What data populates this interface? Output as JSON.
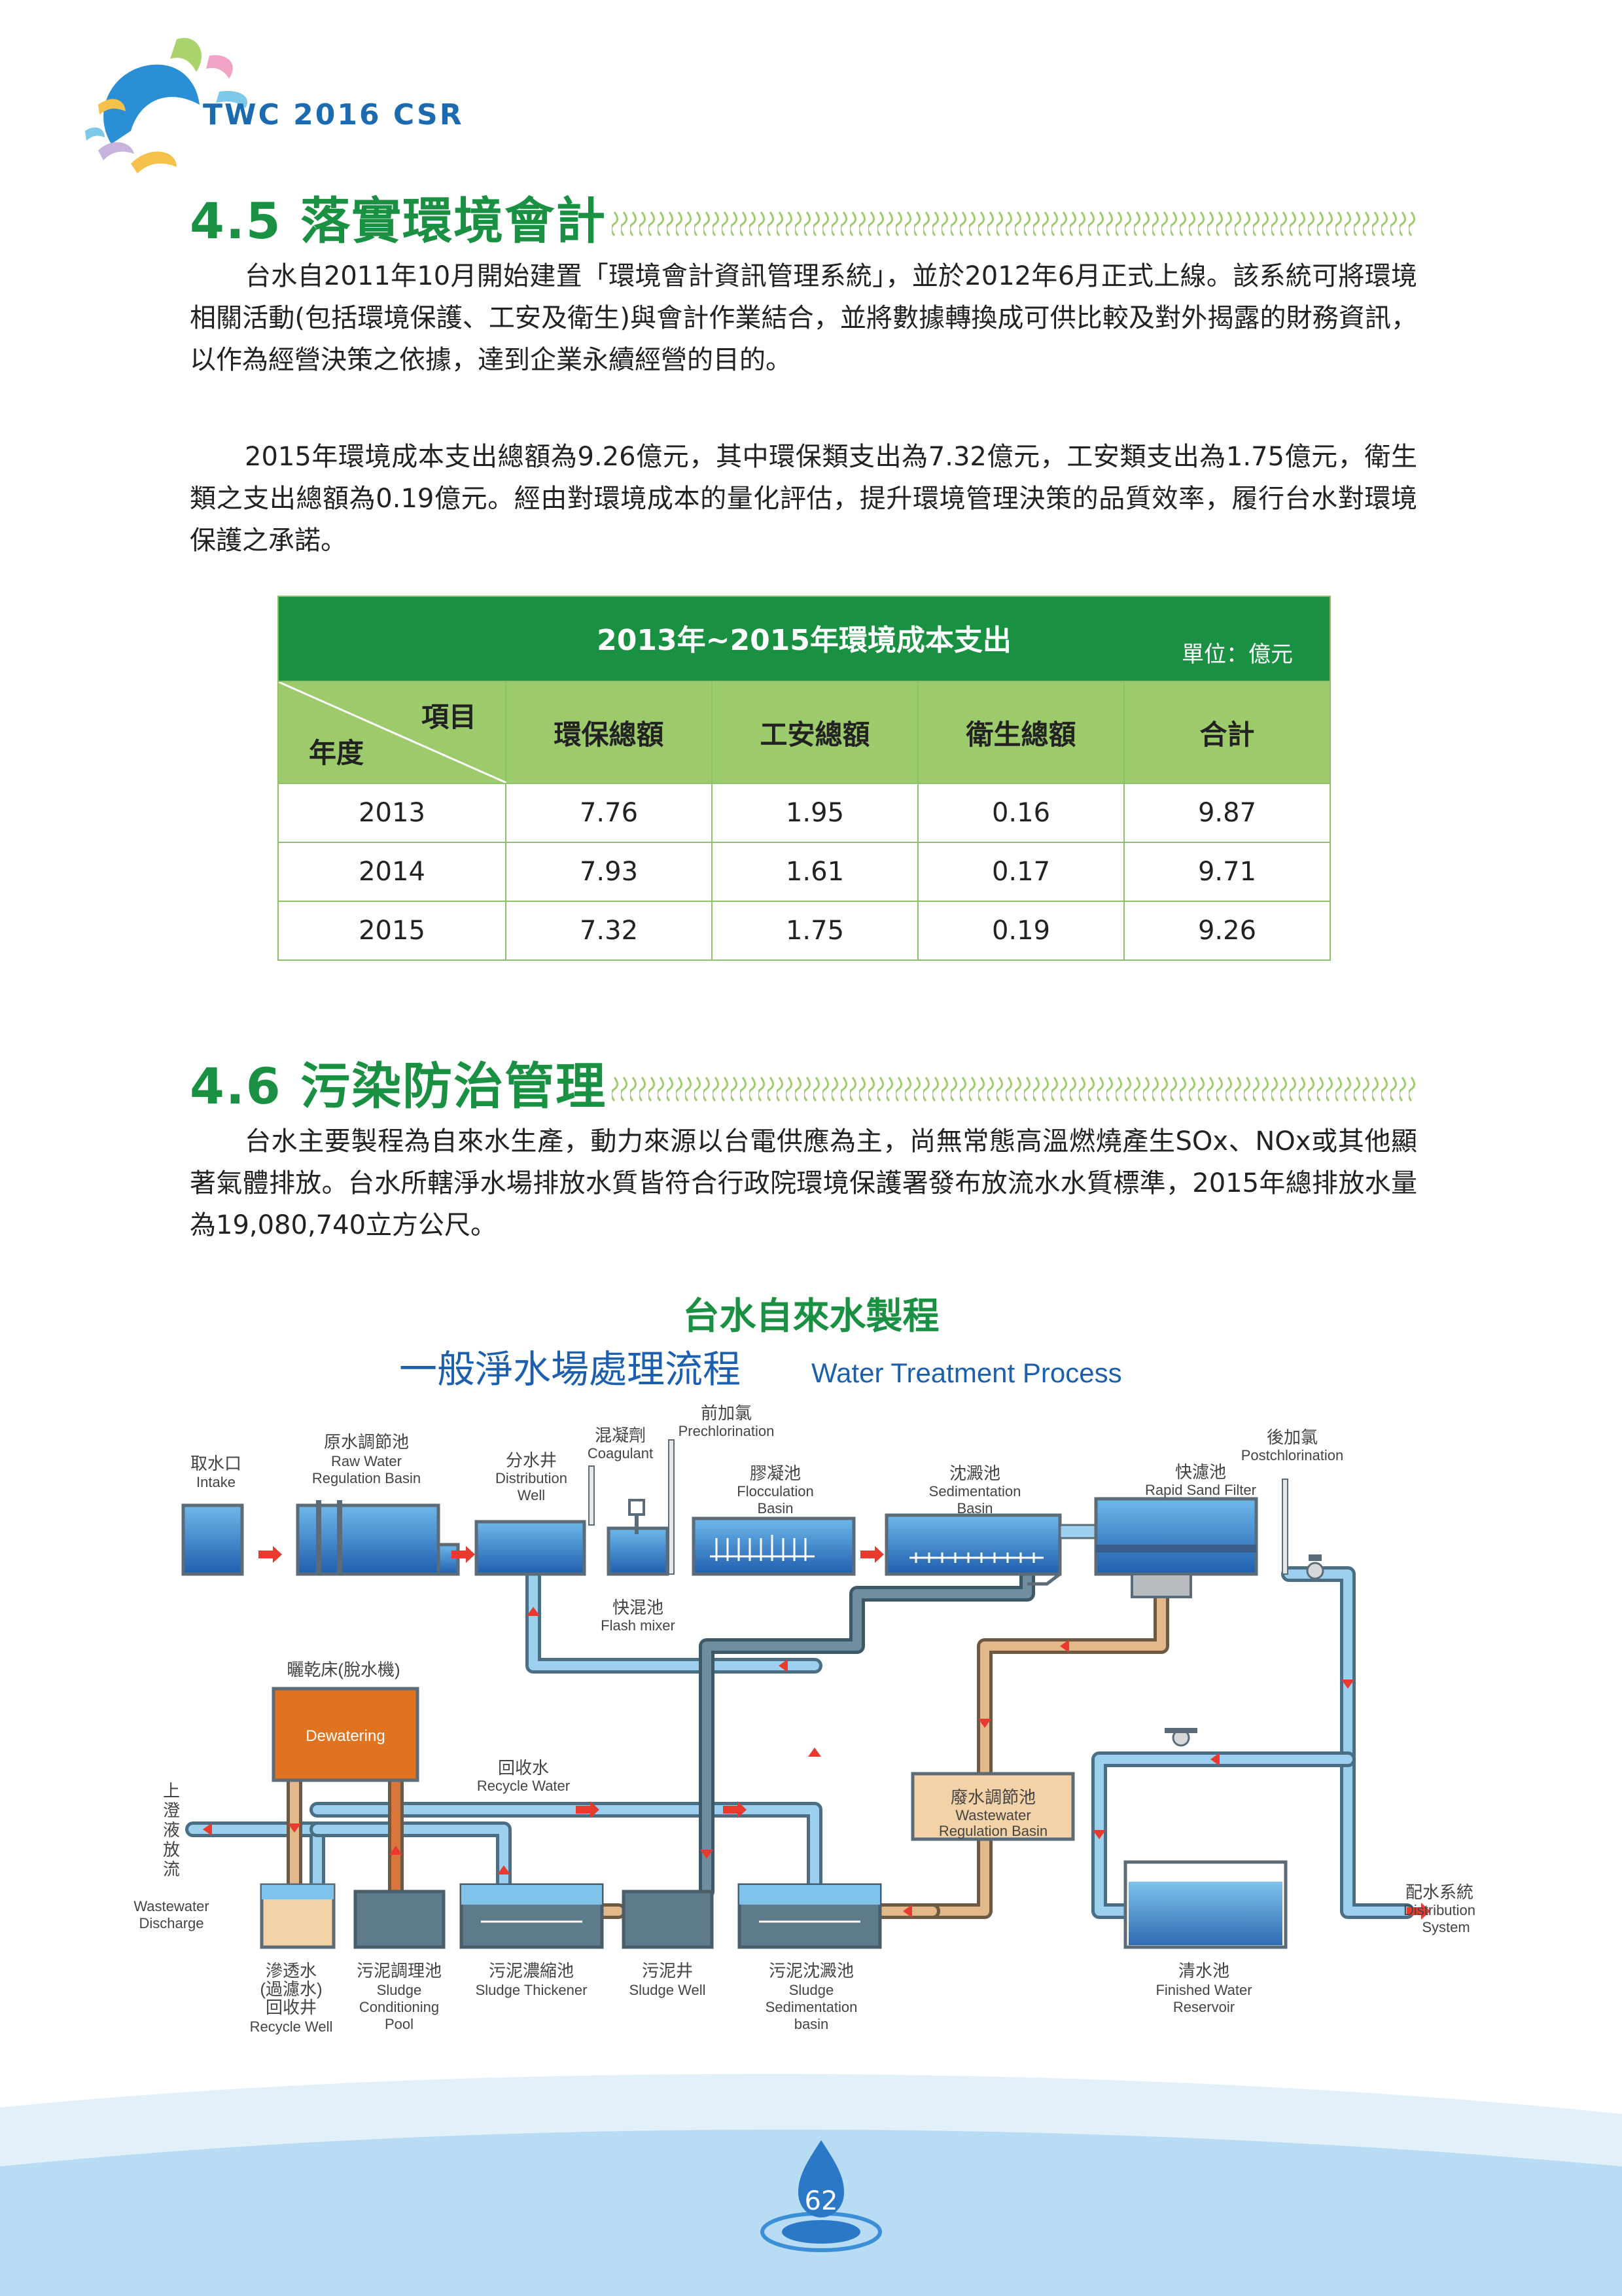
{
  "header": {
    "brand": "TWC  2016  CSR"
  },
  "section_45": {
    "title": "4.5 落實環境會計",
    "para1": "台水自2011年10月開始建置「環境會計資訊管理系統」，並於2012年6月正式上線。該系統可將環境相關活動(包括環境保護、工安及衛生)與會計作業結合，並將數據轉換成可供比較及對外揭露的財務資訊，以作為經營決策之依據，達到企業永續經營的目的。",
    "para2": "2015年環境成本支出總額為9.26億元，其中環保類支出為7.32億元，工安類支出為1.75億元，衛生類之支出總額為0.19億元。經由對環境成本的量化評估，提升環境管理決策的品質效率，履行台水對環境保護之承諾。"
  },
  "cost_table": {
    "title": "2013年~2015年環境成本支出",
    "unit": "單位：億元",
    "corner_item": "項目",
    "corner_year": "年度",
    "columns": [
      "環保總額",
      "工安總額",
      "衛生總額",
      "合計"
    ],
    "rows": [
      {
        "year": "2013",
        "values": [
          "7.76",
          "1.95",
          "0.16",
          "9.87"
        ]
      },
      {
        "year": "2014",
        "values": [
          "7.93",
          "1.61",
          "0.17",
          "9.71"
        ]
      },
      {
        "year": "2015",
        "values": [
          "7.32",
          "1.75",
          "0.19",
          "9.26"
        ]
      }
    ]
  },
  "section_46": {
    "title": "4.6 污染防治管理",
    "para": "台水主要製程為自來水生產，動力來源以台電供應為主，尚無常態高溫燃燒產生SOx、NOx或其他顯著氣體排放。台水所轄淨水場排放水質皆符合行政院環境保護署發布放流水水質標準，2015年總排放水量為19,080,740立方公尺。"
  },
  "process": {
    "heading": "台水自來水製程",
    "title_zh": "一般淨水場處理流程",
    "title_en": "Water Treatment Process",
    "intake": {
      "zh": "取水口",
      "en": "Intake"
    },
    "raw_water": {
      "zh": "原水調節池",
      "en1": "Raw Water",
      "en2": "Regulation Basin"
    },
    "distribution_well": {
      "zh": "分水井",
      "en1": "Distribution",
      "en2": "Well"
    },
    "coagulant": {
      "zh": "混凝劑",
      "en": "Coagulant"
    },
    "prechlorination": {
      "zh": "前加氯",
      "en": "Prechlorination"
    },
    "flocculation": {
      "zh": "膠凝池",
      "en1": "Flocculation",
      "en2": "Basin"
    },
    "sedimentation": {
      "zh": "沈澱池",
      "en1": "Sedimentation",
      "en2": "Basin"
    },
    "rapid_sand": {
      "zh": "快濾池",
      "en": "Rapid Sand Filter"
    },
    "postchlorination": {
      "zh": "後加氯",
      "en": "Postchlorination"
    },
    "flash_mixer": {
      "zh": "快混池",
      "en": "Flash mixer"
    },
    "dewatering": {
      "zh": "曬乾床(脫水機)",
      "box": "Dewatering"
    },
    "recycle_water": {
      "zh": "回收水",
      "en": "Recycle Water"
    },
    "wastewater_discharge": {
      "zh1": "上",
      "zh2": "澄",
      "zh3": "液",
      "zh4": "放",
      "zh5": "流",
      "en1": "Wastewater",
      "en2": "Discharge"
    },
    "wastewater_regulation": {
      "zh": "廢水調節池",
      "en1": "Wastewater",
      "en2": "Regulation Basin"
    },
    "recycle_well": {
      "zh1": "滲透水",
      "zh2": "(過濾水)",
      "zh3": "回收井",
      "en": "Recycle Well"
    },
    "sludge_conditioning": {
      "zh": "污泥調理池",
      "en1": "Sludge",
      "en2": "Conditioning",
      "en3": "Pool"
    },
    "sludge_thickener": {
      "zh": "污泥濃縮池",
      "en": "Sludge Thickener"
    },
    "sludge_well": {
      "zh": "污泥井",
      "en": "Sludge Well"
    },
    "sludge_sedimentation": {
      "zh": "污泥沈澱池",
      "en1": "Sludge",
      "en2": "Sedimentation",
      "en3": "basin"
    },
    "finished_water": {
      "zh": "清水池",
      "en1": "Finished Water",
      "en2": "Reservoir"
    },
    "distribution_system": {
      "zh": "配水系統",
      "en1": "Distribution",
      "en2": "System"
    }
  },
  "footer": {
    "page": "62"
  },
  "colors": {
    "green": "#1a9142",
    "light_green": "#9dcb6c",
    "water_blue": "#2a78c6",
    "pipe": "#9cc9ea",
    "sludge": "#5d7b8a",
    "dewatering": "#e0731f"
  }
}
